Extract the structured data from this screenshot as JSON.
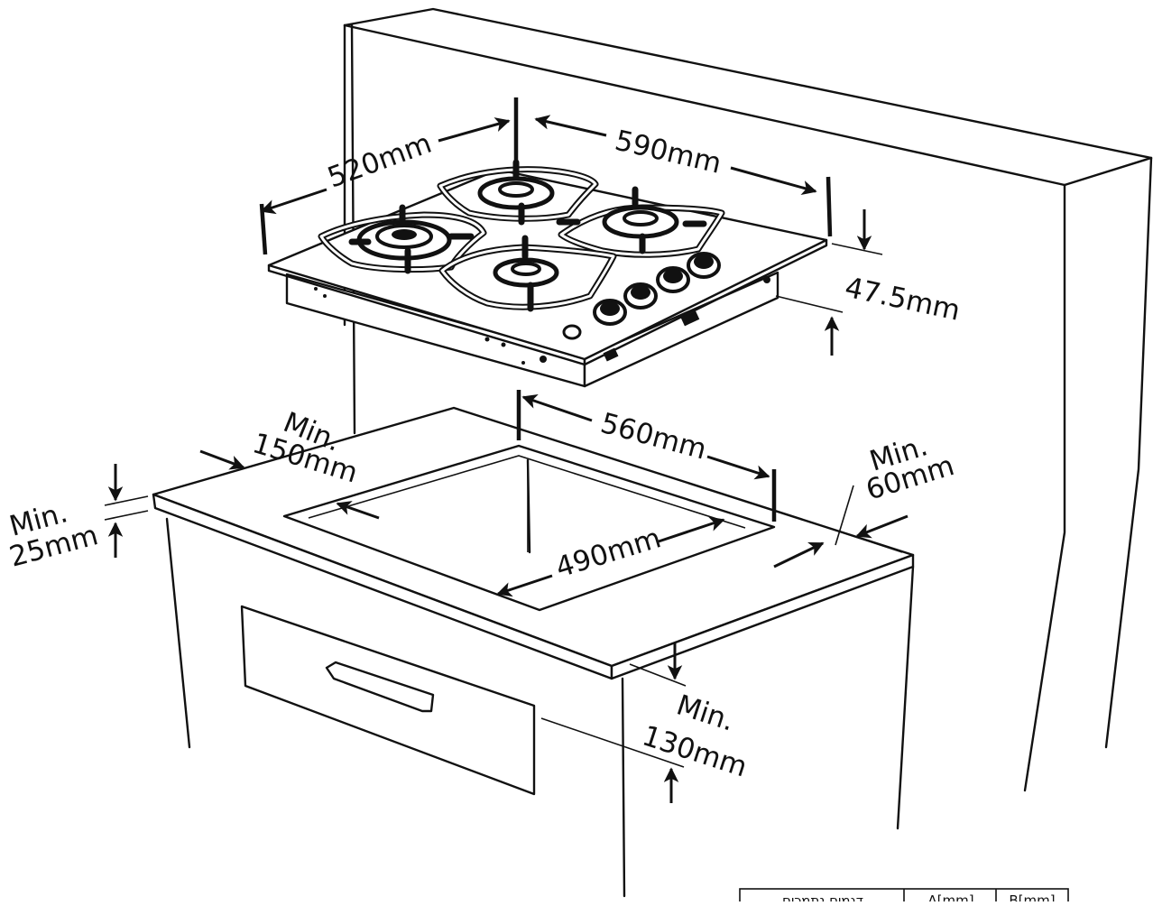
{
  "dimensions": {
    "hob_depth": "520mm",
    "hob_width": "590mm",
    "hob_height": "47.5mm",
    "cutout_width": "560mm",
    "cutout_depth": "490mm",
    "min_rear": {
      "line1": "Min.",
      "line2": "150mm"
    },
    "min_side": {
      "line1": "Min.",
      "line2": "60mm"
    },
    "min_worktop": {
      "line1": "Min.",
      "line2": "25mm"
    },
    "min_below": {
      "line1": "Min.",
      "line2": "130mm"
    }
  },
  "table": {
    "headers": [
      "דגמים נתמכים",
      "A[mm]",
      "B[mm]"
    ]
  }
}
